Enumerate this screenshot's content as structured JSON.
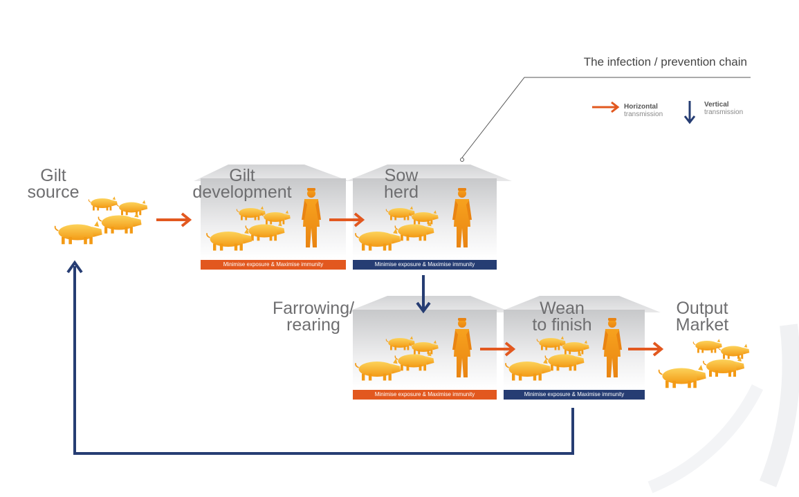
{
  "chain_title": "The infection / prevention chain",
  "legend": {
    "horizontal_title": "Horizontal",
    "horizontal_sub": "transmission",
    "vertical_title": "Vertical",
    "vertical_sub": "transmission"
  },
  "stages": {
    "gilt_source": [
      "Gilt",
      "source"
    ],
    "gilt_development": [
      "Gilt",
      "development"
    ],
    "sow_herd": [
      "Sow",
      "herd"
    ],
    "farrowing": [
      "Farrowing/",
      "rearing"
    ],
    "wean_finish": [
      "Wean",
      "to finish"
    ],
    "output_market": [
      "Output",
      "Market"
    ]
  },
  "bars": [
    "Minimise exposure & Maximise immunity",
    "Minimise exposure & Maximise immunity",
    "Minimise exposure & Maximise immunity",
    "Minimise exposure & Maximise immunity"
  ],
  "colors": {
    "orange": "#e2581f",
    "navy": "#263d73",
    "pig": "#f7b52a",
    "person": "#f09a1a",
    "label": "#6e6e70"
  },
  "icons": [
    "orange-arrow-icon",
    "navy-arrow-icon",
    "pig-icon",
    "farmer-icon",
    "barn-icon"
  ]
}
